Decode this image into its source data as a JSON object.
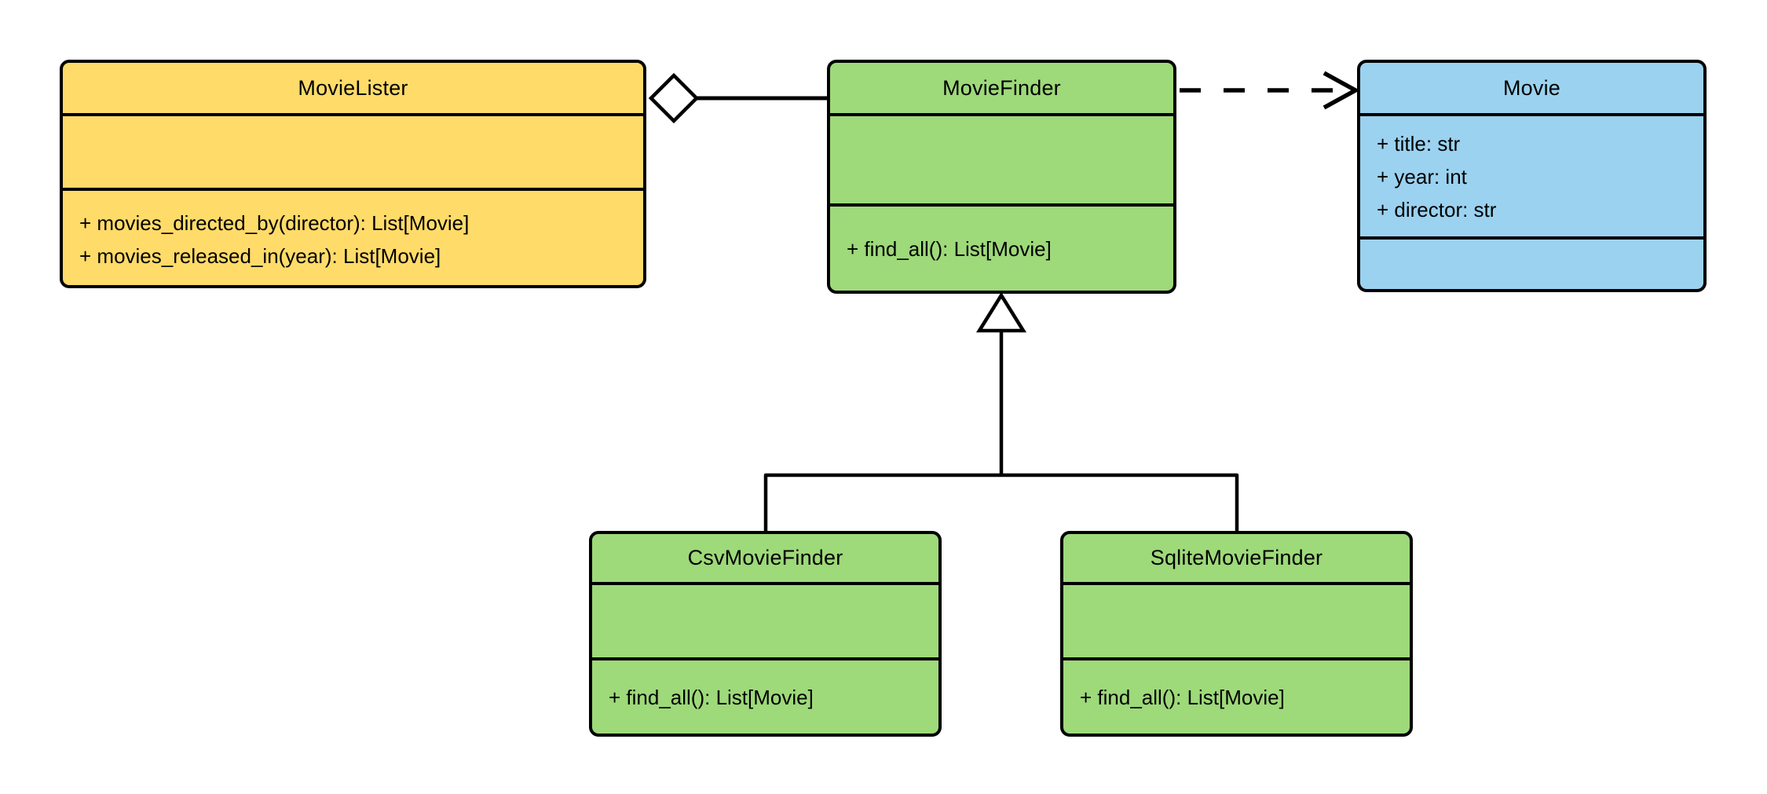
{
  "diagram": {
    "kind": "uml-class-diagram",
    "classes": {
      "movie_lister": {
        "name": "MovieLister",
        "attributes": [],
        "methods": [
          "+ movies_directed_by(director): List[Movie]",
          "+ movies_released_in(year): List[Movie]"
        ],
        "fill": "#ffdb69"
      },
      "movie_finder": {
        "name": "MovieFinder",
        "attributes": [],
        "methods": [
          "+ find_all(): List[Movie]"
        ],
        "fill": "#9ed97a"
      },
      "movie": {
        "name": "Movie",
        "attributes": [
          "+ title: str",
          "+ year: int",
          "+ director: str"
        ],
        "methods": [],
        "fill": "#9bd2f0"
      },
      "csv_movie_finder": {
        "name": "CsvMovieFinder",
        "attributes": [],
        "methods": [
          "+ find_all(): List[Movie]"
        ],
        "fill": "#9ed97a"
      },
      "sqlite_movie_finder": {
        "name": "SqliteMovieFinder",
        "attributes": [],
        "methods": [
          "+ find_all(): List[Movie]"
        ],
        "fill": "#9ed97a"
      }
    },
    "relationships": [
      {
        "type": "aggregation",
        "from": "MovieLister",
        "to": "MovieFinder",
        "marker": "hollow-diamond-at-whole"
      },
      {
        "type": "dependency",
        "from": "MovieFinder",
        "to": "Movie",
        "marker": "open-arrow",
        "line": "dashed"
      },
      {
        "type": "inheritance",
        "from": "CsvMovieFinder",
        "to": "MovieFinder",
        "marker": "hollow-triangle"
      },
      {
        "type": "inheritance",
        "from": "SqliteMovieFinder",
        "to": "MovieFinder",
        "marker": "hollow-triangle"
      }
    ],
    "colors": {
      "class_yellow": "#ffdb69",
      "class_green": "#9ed97a",
      "class_blue": "#9bd2f0",
      "stroke": "#000000",
      "background": "#ffffff"
    }
  }
}
